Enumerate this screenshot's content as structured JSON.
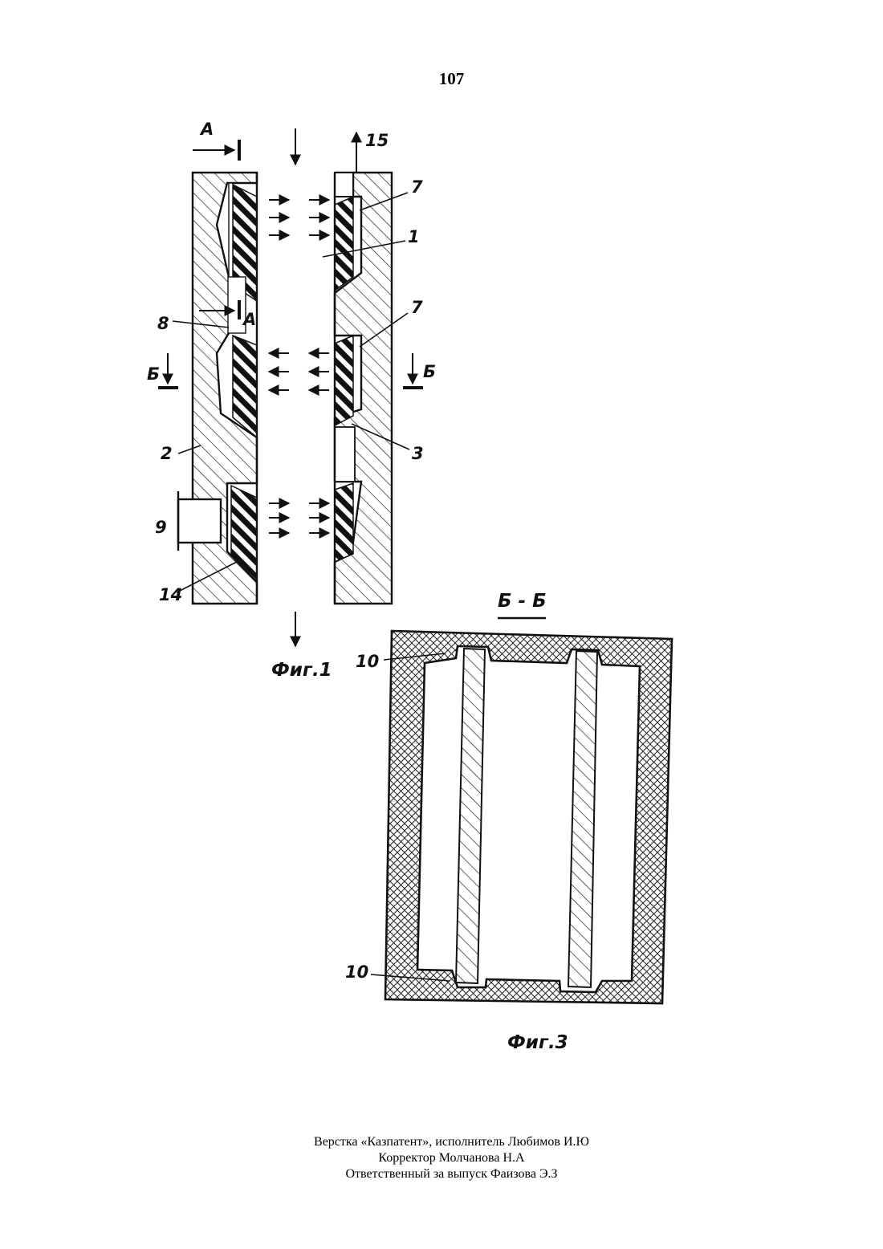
{
  "page_number": "107",
  "fig1": {
    "caption": "Фиг.1",
    "labels": {
      "a_top": "A",
      "a_mid": "A",
      "flow_out": "15",
      "l7a": "7",
      "l1": "1",
      "l7b": "7",
      "l8": "8",
      "b_left": "Б",
      "b_right": "Б",
      "l2": "2",
      "l3": "3",
      "l9": "9",
      "l14": "14"
    }
  },
  "fig3": {
    "section": "Б - Б",
    "caption": "Фиг.3",
    "label_top": "10",
    "label_bottom": "10"
  },
  "footer": {
    "line1": "Верстка «Казпатент», исполнитель Любимов И.Ю",
    "line2": "Корректор Молчанова Н.А",
    "line3": "Ответственный за выпуск Фаизова Э.З"
  }
}
